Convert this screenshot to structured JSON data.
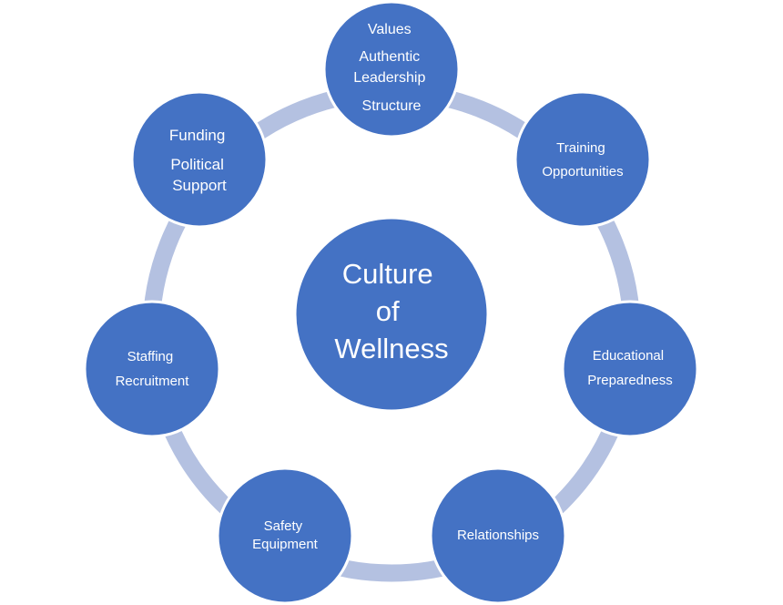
{
  "diagram": {
    "center": {
      "lines": [
        "Culture",
        "of",
        "Wellness"
      ]
    },
    "nodes": [
      {
        "id": "values-leadership-structure",
        "lines": [
          "Values",
          "Authentic",
          "Leadership",
          "Structure"
        ]
      },
      {
        "id": "training-opportunities",
        "lines": [
          "Training",
          "Opportunities"
        ]
      },
      {
        "id": "educational-preparedness",
        "lines": [
          "Educational",
          "Preparedness"
        ]
      },
      {
        "id": "relationships",
        "lines": [
          "Relationships"
        ]
      },
      {
        "id": "safety-equipment",
        "lines": [
          "Safety",
          "Equipment"
        ]
      },
      {
        "id": "staffing-recruitment",
        "lines": [
          "Staffing",
          "Recruitment"
        ]
      },
      {
        "id": "funding-political-support",
        "lines": [
          "Funding",
          "Political",
          "Support"
        ]
      }
    ]
  },
  "colors": {
    "node_fill": "#4472C4",
    "node_stroke": "#ffffff",
    "ring": "#B4C1E1",
    "text": "#ffffff"
  }
}
